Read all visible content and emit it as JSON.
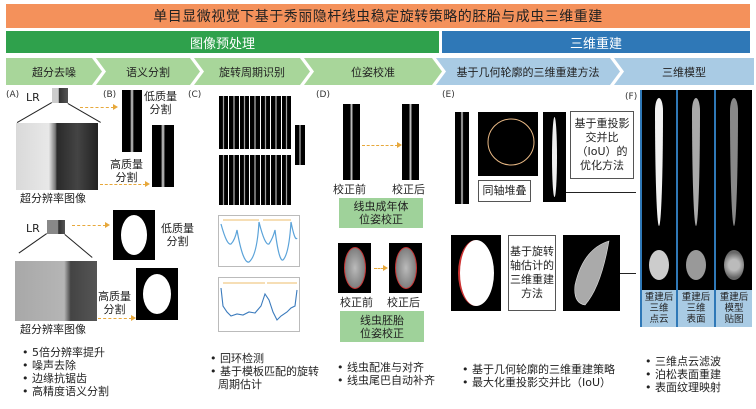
{
  "title": "单目显微视觉下基于秀丽隐杆线虫稳定旋转策略的胚胎与成虫三维重建",
  "sections": {
    "preprocess": "图像预处理",
    "reconstruction": "三维重建"
  },
  "steps": [
    {
      "label": "超分去噪"
    },
    {
      "label": "语义分割"
    },
    {
      "label": "旋转周期识别"
    },
    {
      "label": "位姿校准"
    },
    {
      "label": "基于几何轮廓的三维重建方法"
    },
    {
      "label": "三维模型"
    }
  ],
  "panelA": {
    "tag": "(A)",
    "lr": "LR",
    "caption_top": "超分辨率图像",
    "caption_bottom": "超分辨率图像",
    "bullets": [
      "5倍分辨率提升",
      "噪声去除",
      "边缘抗锯齿",
      "高精度语义分割"
    ]
  },
  "panelB": {
    "tag": "(B)",
    "low_quality": "低质量分割",
    "low_quality_l1": "低质量",
    "low_quality_l2": "分割",
    "high_quality_l1": "高质量",
    "high_quality_l2": "分割"
  },
  "panelC": {
    "tag": "(C)",
    "bullets": [
      "回环检测",
      "基于模板匹配的旋转周期估计"
    ],
    "bullet2_l1": "基于模板匹配的旋转",
    "bullet2_l2": "周期估计"
  },
  "panelD": {
    "tag": "(D)",
    "before": "校正前",
    "after": "校正后",
    "adult_box_l1": "线虫成年体",
    "adult_box_l2": "位姿校正",
    "embryo_box_l1": "线虫胚胎",
    "embryo_box_l2": "位姿校正",
    "bullets": [
      "线虫配准与对齐",
      "线虫尾巴自动补齐"
    ]
  },
  "panelE": {
    "tag": "(E)",
    "coaxial": "同轴堆叠",
    "iou_l1": "基于重投影",
    "iou_l2": "交并比",
    "iou_l3": "（IoU）的",
    "iou_l4": "优化方法",
    "axis_l1": "基于旋转",
    "axis_l2": "轴估计的",
    "axis_l3": "三维重建",
    "axis_l4": "方法",
    "bullets": [
      "基于几何轮廓的三维重建策略",
      "最大化重投影交并比（IoU）"
    ]
  },
  "panelF": {
    "tag": "(F)",
    "captions": [
      {
        "l1": "重建后",
        "l2": "三维",
        "l3": "点云"
      },
      {
        "l1": "重建后",
        "l2": "三维",
        "l3": "表面"
      },
      {
        "l1": "重建后",
        "l2": "模型",
        "l3": "贴图"
      }
    ],
    "bullets": [
      "三维点云滤波",
      "泊松表面重建",
      "表面纹理映射"
    ]
  },
  "colors": {
    "title_bg": "#f4915b",
    "green": "#2fa14c",
    "blue": "#2f78b7",
    "light_green": "#a8d69a",
    "light_blue": "#a9cbe4",
    "arrow": "#e7a83b"
  }
}
